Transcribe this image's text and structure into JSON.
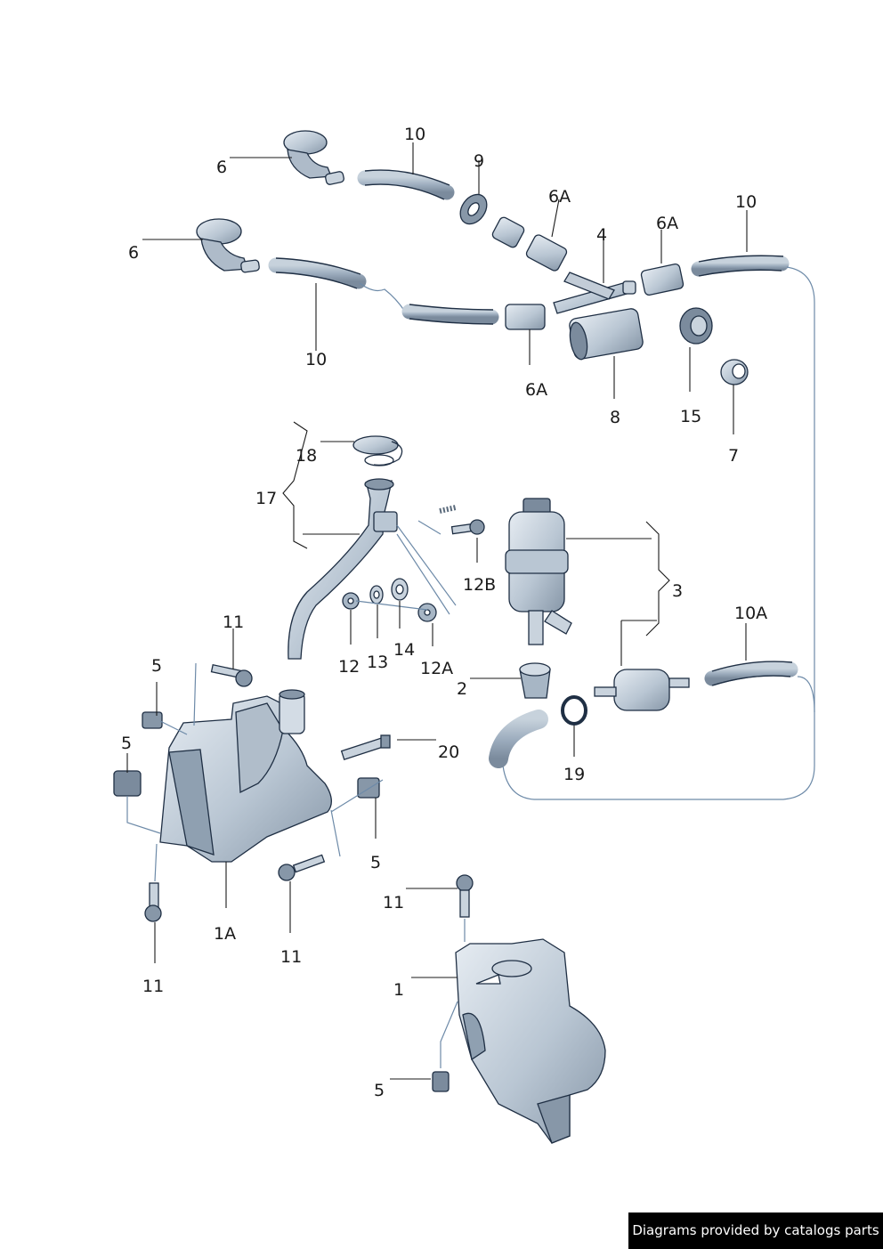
{
  "labels": {
    "l6_top": "6",
    "l10_top": "10",
    "l9": "9",
    "l6a_top": "6A",
    "l4": "4",
    "l6a_right": "6A",
    "l10_right": "10",
    "l6_mid": "6",
    "l10_mid": "10",
    "l6a_bottom": "6A",
    "l8": "8",
    "l15": "15",
    "l7": "7",
    "l18": "18",
    "l17": "17",
    "l12b": "12B",
    "l3": "3",
    "l10a": "10A",
    "l12": "12",
    "l13": "13",
    "l14": "14",
    "l12a": "12A",
    "l11_a": "11",
    "l5_a": "5",
    "l5_b": "5",
    "l2": "2",
    "l20": "20",
    "l19": "19",
    "l5_c": "5",
    "l1a": "1A",
    "l11_b": "11",
    "l11_c": "11",
    "l11_d": "11",
    "l1": "1",
    "l5_d": "5"
  },
  "colors": {
    "part_fill": "#c9d3dd",
    "part_dark": "#8fa0b1",
    "hose_fill": "#a7b6c5",
    "outline": "#1f2f44",
    "dash": "#6d8aa8"
  },
  "credit": "Diagrams provided by catalogs parts"
}
